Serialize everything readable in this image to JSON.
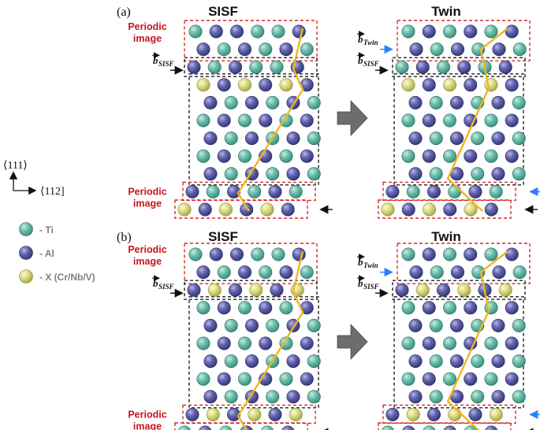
{
  "colors": {
    "ti": "#5fb3a0",
    "al": "#5d5fa4",
    "x": "#d9d97e",
    "periodic_box": "#d42a2a",
    "region_box": "#222222",
    "burgers_arrow_blue": "#2a7fff",
    "burgers_arrow_black": "#111111",
    "path_line": "#f2b51f",
    "big_arrow": "#6d6d6d",
    "periodic_text": "#c8141e",
    "legend_text": "#7f7f7f"
  },
  "axes": {
    "up_label": "⟨111⟩",
    "right_label": "⟨112]"
  },
  "legend": [
    {
      "label": "- Ti",
      "species": "ti"
    },
    {
      "label": "- Al",
      "species": "al"
    },
    {
      "label": "- X (Cr/Nb/V)",
      "species": "x"
    }
  ],
  "panel_labels": [
    "(a)",
    "(b)"
  ],
  "headers": {
    "sisf": "SISF",
    "twin": "Twin"
  },
  "periodic_line1": "Periodic",
  "periodic_line2": "image",
  "b_symbol": "b",
  "b_sisf_sub": "SISF",
  "b_twin_sub": "Twin",
  "atoms_a": {
    "sisf": {
      "top_periodic": [
        [
          "ti",
          "al",
          "al",
          "ti",
          "ti",
          "al"
        ],
        [
          "al",
          "ti",
          "al",
          "ti",
          "al",
          "ti"
        ]
      ],
      "sisf_row": [
        "al",
        "ti",
        "al",
        "ti",
        "ti",
        "al"
      ],
      "body": [
        [
          "x",
          "al",
          "x",
          "al",
          "x",
          "al"
        ],
        [
          "al",
          "ti",
          "al",
          "ti",
          "al",
          "ti"
        ],
        [
          "ti",
          "al",
          "ti",
          "al",
          "ti",
          "al"
        ],
        [
          "al",
          "ti",
          "al",
          "ti",
          "al",
          "ti"
        ],
        [
          "ti",
          "al",
          "ti",
          "al",
          "ti",
          "al"
        ],
        [
          "al",
          "ti",
          "al",
          "ti",
          "al",
          "ti"
        ]
      ],
      "bottom_periodic": [
        [
          "al",
          "ti",
          "al",
          "ti",
          "al",
          "ti"
        ],
        [
          "x",
          "al",
          "x",
          "al",
          "x",
          "al"
        ]
      ]
    },
    "twin": {
      "top_periodic": [
        [
          "ti",
          "al",
          "ti",
          "al",
          "ti",
          "al"
        ],
        [
          "al",
          "ti",
          "al",
          "ti",
          "al",
          "ti"
        ]
      ],
      "sisf_row": [
        "ti",
        "al",
        "ti",
        "al",
        "ti",
        "al"
      ],
      "body": [
        [
          "x",
          "al",
          "x",
          "al",
          "x",
          "al"
        ],
        [
          "al",
          "ti",
          "al",
          "ti",
          "al",
          "ti"
        ],
        [
          "ti",
          "al",
          "ti",
          "al",
          "ti",
          "al"
        ],
        [
          "al",
          "ti",
          "al",
          "ti",
          "al",
          "ti"
        ],
        [
          "ti",
          "al",
          "ti",
          "al",
          "ti",
          "al"
        ],
        [
          "al",
          "ti",
          "al",
          "ti",
          "al",
          "ti"
        ]
      ],
      "bottom_periodic": [
        [
          "al",
          "ti",
          "al",
          "ti",
          "al",
          "ti"
        ],
        [
          "x",
          "al",
          "x",
          "al",
          "x",
          "al"
        ]
      ]
    }
  },
  "atoms_b": {
    "sisf": {
      "top_periodic": [
        [
          "ti",
          "al",
          "al",
          "ti",
          "ti",
          "al"
        ],
        [
          "al",
          "ti",
          "al",
          "ti",
          "al",
          "ti"
        ]
      ],
      "sisf_row": [
        "al",
        "x",
        "al",
        "x",
        "al",
        "x"
      ],
      "body": [
        [
          "ti",
          "al",
          "ti",
          "al",
          "ti",
          "al"
        ],
        [
          "al",
          "ti",
          "al",
          "ti",
          "al",
          "ti"
        ],
        [
          "ti",
          "al",
          "ti",
          "al",
          "ti",
          "al"
        ],
        [
          "al",
          "ti",
          "al",
          "ti",
          "al",
          "ti"
        ],
        [
          "ti",
          "al",
          "ti",
          "al",
          "ti",
          "al"
        ],
        [
          "al",
          "ti",
          "al",
          "ti",
          "al",
          "ti"
        ]
      ],
      "bottom_periodic": [
        [
          "al",
          "x",
          "al",
          "x",
          "al",
          "x"
        ],
        [
          "ti",
          "al",
          "ti",
          "al",
          "ti",
          "al"
        ]
      ]
    },
    "twin": {
      "top_periodic": [
        [
          "ti",
          "al",
          "ti",
          "al",
          "ti",
          "al"
        ],
        [
          "al",
          "ti",
          "al",
          "ti",
          "al",
          "ti"
        ]
      ],
      "sisf_row": [
        "al",
        "x",
        "al",
        "x",
        "al",
        "x"
      ],
      "body": [
        [
          "ti",
          "al",
          "ti",
          "al",
          "ti",
          "al"
        ],
        [
          "al",
          "ti",
          "al",
          "ti",
          "al",
          "ti"
        ],
        [
          "ti",
          "al",
          "ti",
          "al",
          "ti",
          "al"
        ],
        [
          "al",
          "ti",
          "al",
          "ti",
          "al",
          "ti"
        ],
        [
          "ti",
          "al",
          "ti",
          "al",
          "ti",
          "al"
        ],
        [
          "al",
          "ti",
          "al",
          "ti",
          "al",
          "ti"
        ]
      ],
      "bottom_periodic": [
        [
          "al",
          "x",
          "al",
          "x",
          "al",
          "x"
        ],
        [
          "ti",
          "al",
          "ti",
          "al",
          "ti",
          "al"
        ]
      ]
    }
  }
}
